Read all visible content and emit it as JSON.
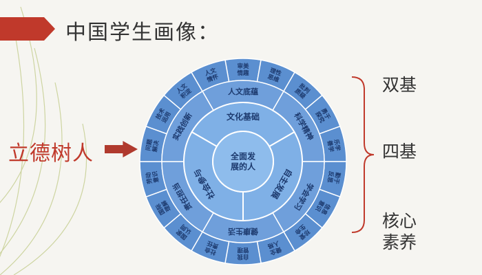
{
  "slide": {
    "title": "中国学生画像：",
    "left_label": "立德树人",
    "right_labels": {
      "top": "双基",
      "middle": "四基",
      "bottom_line1": "核心",
      "bottom_line2": "素养"
    }
  },
  "wheel": {
    "center": [
      "全面发",
      "展的人"
    ],
    "middle": [
      "文化基础",
      "自主发展",
      "社会参与"
    ],
    "inner": [
      "人文底蕴",
      "科学精神",
      "学会学习",
      "健康生活",
      "责任担当",
      "实践创新"
    ],
    "outer": [
      [
        "审美",
        "情趣"
      ],
      [
        "理性",
        "思维"
      ],
      [
        "批判",
        "质疑"
      ],
      [
        "勇于",
        "探究"
      ],
      [
        "乐学",
        "善学"
      ],
      [
        "勤于",
        "反思"
      ],
      [
        "信息",
        "意识"
      ],
      [
        "珍爱",
        "生命"
      ],
      [
        "健全",
        "人格"
      ],
      [
        "自我",
        "管理"
      ],
      [
        "社会",
        "责任"
      ],
      [
        "国家",
        "认同"
      ],
      [
        "国际",
        "理解"
      ],
      [
        "劳动",
        "意识"
      ],
      [
        "问题",
        "解决"
      ],
      [
        "技术",
        "运用"
      ],
      [
        "人文",
        "积淀"
      ],
      [
        "人文",
        "情怀"
      ]
    ]
  },
  "colors": {
    "accent_red": "#c0392b",
    "wheel_blue": "#5b8fd0",
    "wheel_dark": "#1d3a6e"
  }
}
